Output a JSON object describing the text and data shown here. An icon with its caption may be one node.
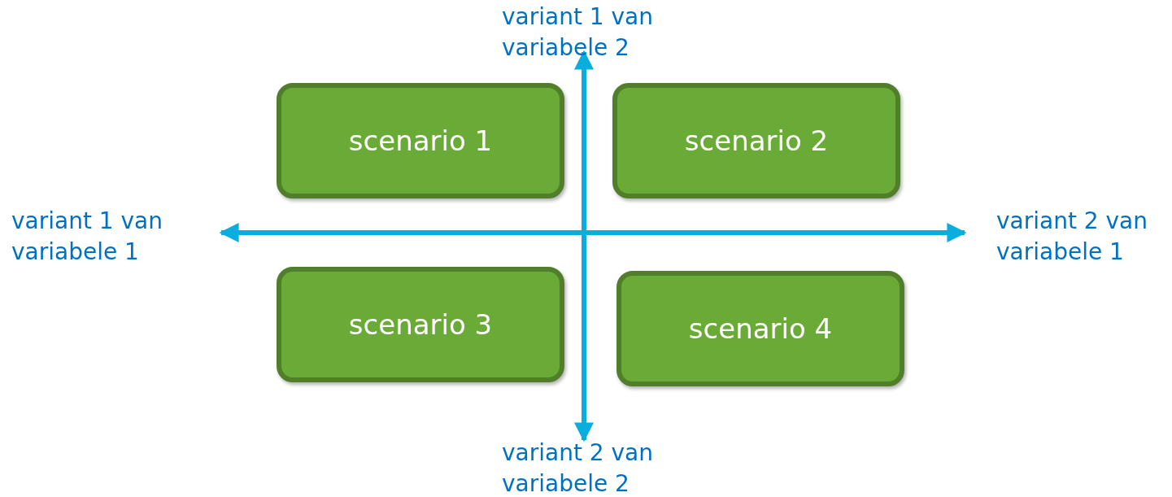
{
  "diagram": {
    "nodes": [
      {
        "text": [
          "scenario 1"
        ]
      },
      {
        "text": [
          "scenario 2"
        ]
      },
      {
        "text": [
          "scenario 3"
        ]
      },
      {
        "text": [
          "scenario 4"
        ]
      }
    ],
    "edges": [],
    "labels": [
      "variant 1 van variabele 2",
      "variant 1 van variabele 1",
      "variant 2 van variabele 1",
      "variant 2 van variabele 2"
    ]
  }
}
